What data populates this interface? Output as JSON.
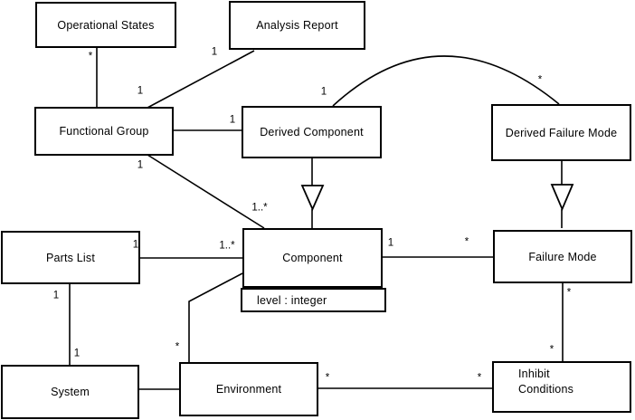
{
  "diagram_type": "uml-class-diagram",
  "colors": {
    "background": "#ffffff",
    "line": "#000000",
    "text": "#000000"
  },
  "classes": [
    {
      "name": "Operational States"
    },
    {
      "name": "Analysis Report"
    },
    {
      "name": "Functional Group"
    },
    {
      "name": "Derived Component"
    },
    {
      "name": "Derived Failure Mode"
    },
    {
      "name": "Parts List"
    },
    {
      "name": "Component",
      "attributes": [
        "level : integer"
      ]
    },
    {
      "name": "Failure Mode"
    },
    {
      "name": "System"
    },
    {
      "name": "Environment"
    },
    {
      "name": "Inhibit Conditions"
    }
  ],
  "edges": [
    {
      "from": "Operational States",
      "to": "Functional Group",
      "type": "association",
      "from_label": "*",
      "to_label": ""
    },
    {
      "from": "Functional Group",
      "to": "Analysis Report",
      "type": "association",
      "from_label": "1",
      "to_label": "1"
    },
    {
      "from": "Functional Group",
      "to": "Derived Component",
      "type": "association",
      "from_label": "",
      "to_label": "1"
    },
    {
      "from": "Derived Component",
      "to": "Derived Failure Mode",
      "type": "association-arc",
      "from_label": "1",
      "to_label": "*"
    },
    {
      "from": "Derived Component",
      "to": "Component",
      "type": "generalization",
      "from_label": "",
      "to_label": ""
    },
    {
      "from": "Functional Group",
      "to": "Component",
      "type": "association",
      "from_label": "1",
      "to_label": "1..*"
    },
    {
      "from": "Parts List",
      "to": "Component",
      "type": "association",
      "from_label": "1",
      "to_label": "1..*"
    },
    {
      "from": "Component",
      "to": "Failure Mode",
      "type": "association",
      "from_label": "1",
      "to_label": "*"
    },
    {
      "from": "Parts List",
      "to": "System",
      "type": "association",
      "from_label": "1",
      "to_label": "1"
    },
    {
      "from": "System",
      "to": "Environment",
      "type": "association",
      "from_label": "",
      "to_label": ""
    },
    {
      "from": "Environment",
      "to": "Component",
      "type": "association",
      "from_label": "*",
      "to_label": ""
    },
    {
      "from": "Environment",
      "to": "Inhibit Conditions",
      "type": "association",
      "from_label": "*",
      "to_label": "*"
    },
    {
      "from": "Failure Mode",
      "to": "Inhibit Conditions",
      "type": "association",
      "from_label": "*",
      "to_label": "*"
    },
    {
      "from": "Derived Failure Mode",
      "to": "Failure Mode",
      "type": "generalization",
      "from_label": "",
      "to_label": ""
    }
  ]
}
